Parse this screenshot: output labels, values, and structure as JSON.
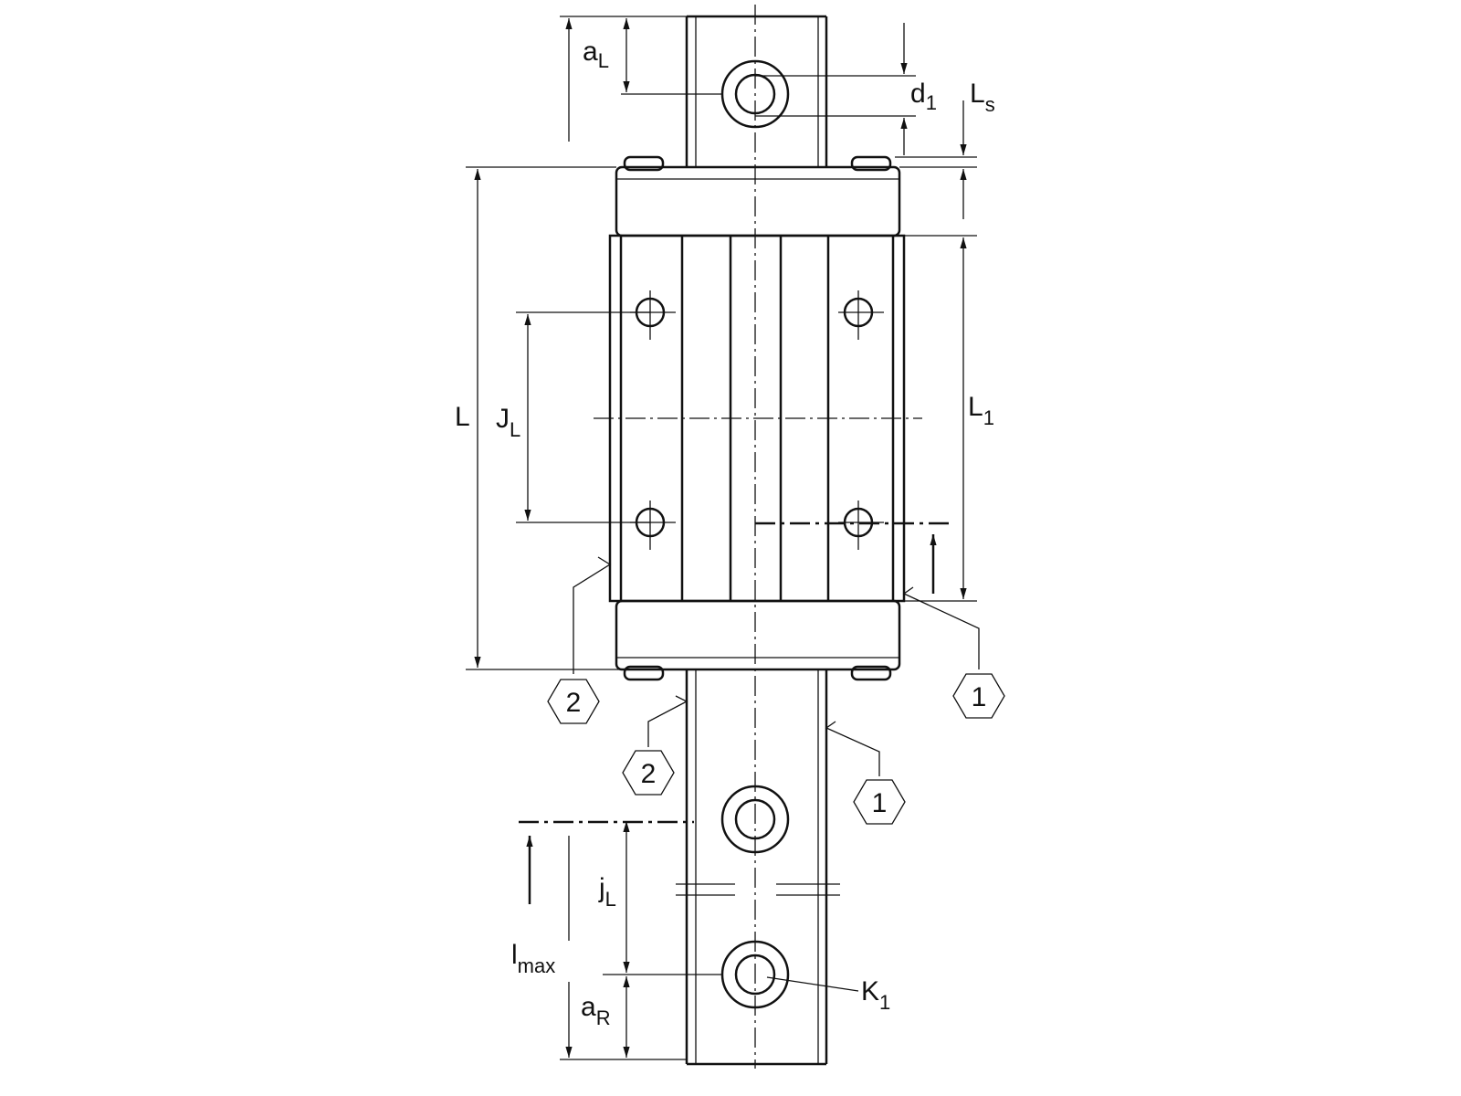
{
  "labels": {
    "aL": {
      "main": "a",
      "sub": "L"
    },
    "d1": {
      "main": "d",
      "sub": "1"
    },
    "Ls": {
      "main": "L",
      "sub": "s"
    },
    "L": {
      "main": "L"
    },
    "JL": {
      "main": "J",
      "sub": "L"
    },
    "L1": {
      "main": "L",
      "sub": "1"
    },
    "jL": {
      "main": "j",
      "sub": "L"
    },
    "lmax": {
      "main": "l",
      "sub": "max"
    },
    "aR": {
      "main": "a",
      "sub": "R"
    },
    "K1": {
      "main": "K",
      "sub": "1"
    }
  },
  "callouts": {
    "carriage_right": "1",
    "carriage_left": "2",
    "rail_left": "2",
    "rail_right": "1"
  }
}
